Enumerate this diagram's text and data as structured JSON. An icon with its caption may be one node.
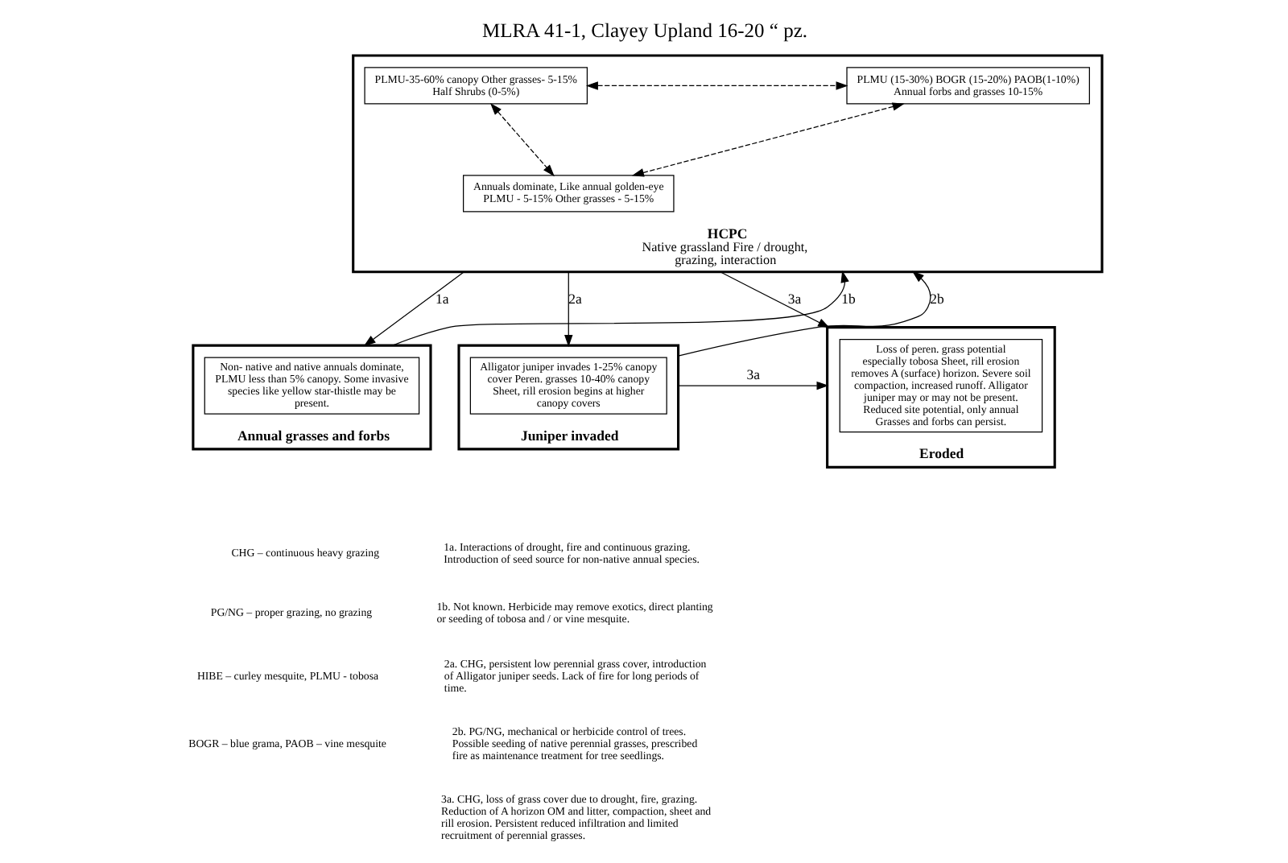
{
  "diagram": {
    "title": "MLRA 41-1, Clayey Upland 16-20 “ pz.",
    "nodes": [
      {
        "text": [
          "HCPC",
          "Native grassland Fire / drought, grazing, interaction"
        ]
      },
      {
        "text": [
          "PLMU-35-60% canopy Other grasses- 5-15% Half Shrubs (0-5%)"
        ],
        "in": 0
      },
      {
        "text": [
          "PLMU (15-30%) BOGR (15-20%) PAOB(1-10%) Annual forbs and grasses 10-15%"
        ],
        "in": 0
      },
      {
        "text": [
          "Annuals dominate, Like annual golden-eye PLMU - 5-15% Other grasses - 5-15%"
        ],
        "in": 0
      },
      {
        "text": [
          "Annual grasses and forbs"
        ]
      },
      {
        "text": [
          "Non- native and native annuals dominate, PLMU less than 5% canopy. Some invasive species like yellow star-thistle may be present."
        ],
        "in": 4
      },
      {
        "text": [
          "Juniper invaded"
        ]
      },
      {
        "text": [
          "Alligator juniper invades 1-25% canopy cover Peren. grasses 10-40% canopy Sheet, rill erosion begins at higher canopy covers"
        ],
        "in": 6
      },
      {
        "text": [
          "Eroded"
        ]
      },
      {
        "text": [
          "Loss of peren. grass potential especially tobosa Sheet, rill erosion removes A (surface) horizon. Severe soil compaction, increased runoff. Alligator juniper may or may not be present. Reduced site potential, only annual Grasses and forbs can persist."
        ],
        "in": 8
      }
    ],
    "edges": [
      {
        "from": 1,
        "to": 2,
        "arrow": "both",
        "style": "dashed"
      },
      {
        "from": 1,
        "to": 3,
        "arrow": "both",
        "style": "dashed"
      },
      {
        "from": 3,
        "to": 2,
        "arrow": "both",
        "style": "dashed"
      },
      {
        "from": 0,
        "to": 4,
        "arrow": "to",
        "label": "1a"
      },
      {
        "from": 4,
        "to": 0,
        "arrow": "to",
        "label": "1b"
      },
      {
        "from": 0,
        "to": 6,
        "arrow": "to",
        "label": "2a"
      },
      {
        "from": 6,
        "to": 0,
        "arrow": "to",
        "label": "2b"
      },
      {
        "from": 0,
        "to": 8,
        "arrow": "to",
        "label": "3a"
      },
      {
        "from": 6,
        "to": 8,
        "arrow": "to",
        "label": "3a"
      }
    ],
    "labels": [
      "CHG – continuous heavy grazing",
      "PG/NG – proper grazing, no grazing",
      "HIBE – curley mesquite, PLMU - tobosa",
      "BOGR – blue grama, PAOB – vine mesquite",
      "1a. Interactions of drought, fire and continuous grazing. Introduction of seed source for non-native annual species.",
      "1b. Not known. Herbicide may remove exotics, direct planting or seeding of tobosa and / or vine mesquite.",
      "2a. CHG, persistent low perennial grass cover, introduction of Alligator juniper seeds. Lack of fire for long periods of time.",
      "2b. PG/NG, mechanical or herbicide control of trees. Possible seeding of native perennial grasses, prescribed fire as maintenance treatment for tree seedlings.",
      "3a. CHG, loss of grass cover due to drought, fire, grazing. Reduction of A horizon OM and litter, compaction, sheet and rill erosion. Persistent reduced infiltration and limited recruitment of perennial grasses."
    ]
  }
}
